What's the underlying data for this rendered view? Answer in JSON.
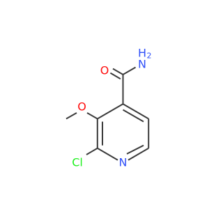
{
  "molecule": {
    "name": "",
    "atoms": {
      "amide_O": {
        "symbol": "O",
        "color": "#ff0d0d"
      },
      "amide_N": {
        "symbol": "N",
        "subscript": "H",
        "subscript2": "2",
        "color": "#3050f8"
      },
      "methoxy_O": {
        "symbol": "O",
        "color": "#ff0d0d"
      },
      "ring_N": {
        "symbol": "N",
        "color": "#3050f8"
      },
      "Cl": {
        "symbol": "Cl",
        "color": "#1ff01f"
      }
    },
    "bond_color": "#3a3a3a"
  }
}
